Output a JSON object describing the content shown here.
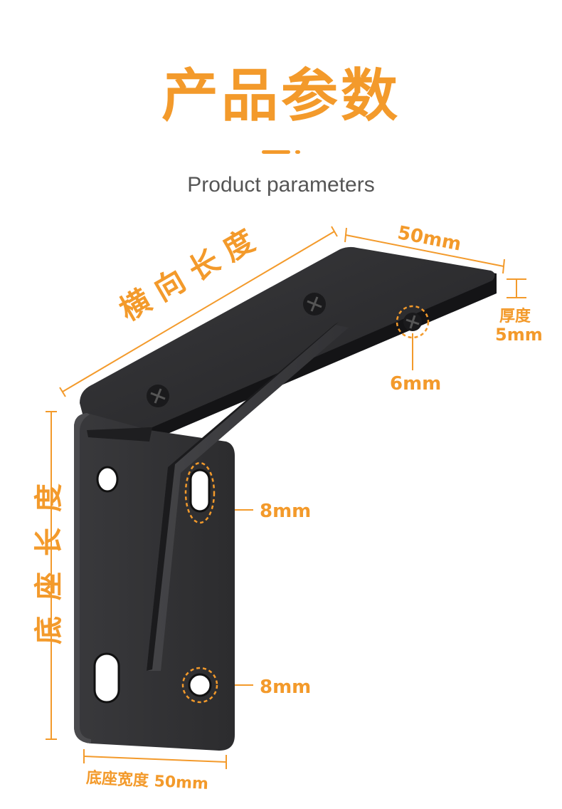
{
  "header": {
    "title": "产品参数",
    "subtitle": "Product parameters"
  },
  "dimensions": {
    "horizontal_length_label": "横向长度",
    "top_width": "50mm",
    "thickness_label": "厚度",
    "thickness_value": "5mm",
    "screw_hole": "6mm",
    "base_length_label": "底座长度",
    "upper_slot": "8mm",
    "lower_hole": "8mm",
    "base_width": "底座宽度 50mm"
  },
  "colors": {
    "accent": "#f39a2b",
    "bracket": "#2a2a2c",
    "subtitle": "#555555"
  }
}
